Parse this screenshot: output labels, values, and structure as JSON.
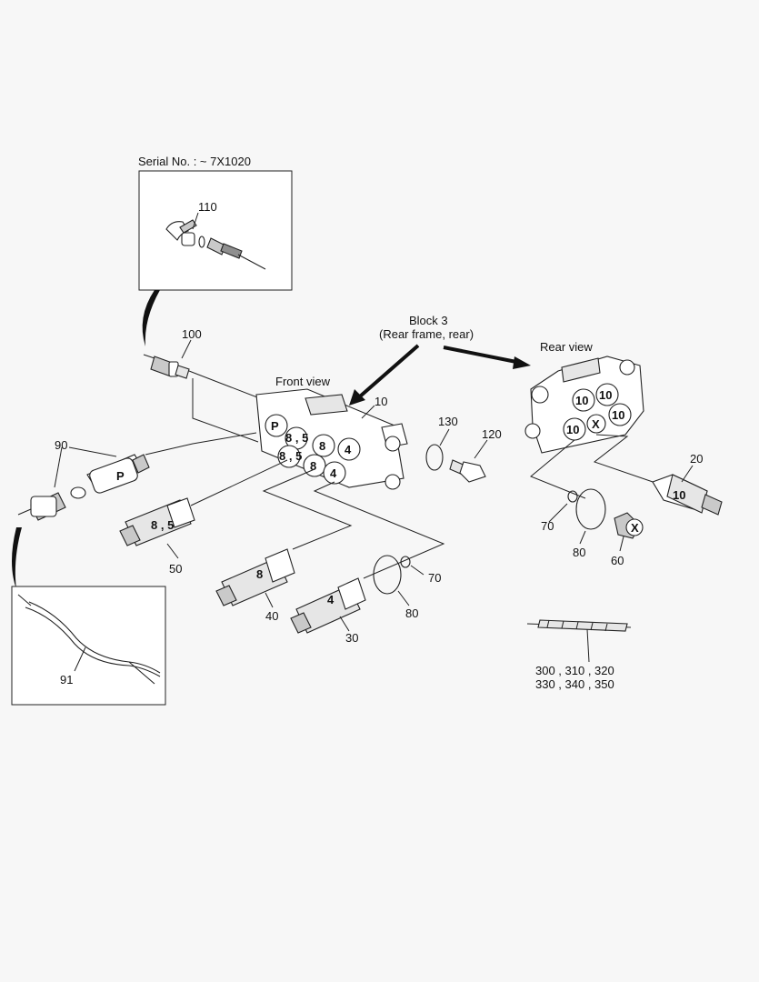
{
  "serial_note": "Serial No. : ~ 7X1020",
  "view_labels": {
    "front": "Front view",
    "rear": "Rear view",
    "block_line1": "Block 3",
    "block_line2": "(Rear frame, rear)"
  },
  "callouts": {
    "c110": "110",
    "c100": "100",
    "c10": "10",
    "c130": "130",
    "c120": "120",
    "c90": "90",
    "c50": "50",
    "c40": "40",
    "c30": "30",
    "c70a": "70",
    "c80a": "80",
    "c20": "20",
    "c70b": "70",
    "c80b": "80",
    "c60": "60",
    "c91": "91",
    "bolts_line1": "300 , 310 , 320",
    "bolts_line2": "330 , 340 , 350"
  },
  "port_marks": {
    "front_p": "P",
    "front_85a": "8 , 5",
    "front_8a": "8",
    "front_85b": "8 , 5",
    "front_8b": "8",
    "front_4a": "4",
    "front_4b": "4",
    "rear_10a": "10",
    "rear_10b": "10",
    "rear_10c": "10",
    "rear_x": "X",
    "rear_10d": "10"
  },
  "sensor_marks": {
    "s90": "P",
    "s50": "8 , 5",
    "s40": "8",
    "s30": "4",
    "s20": "10",
    "s60": "X"
  }
}
